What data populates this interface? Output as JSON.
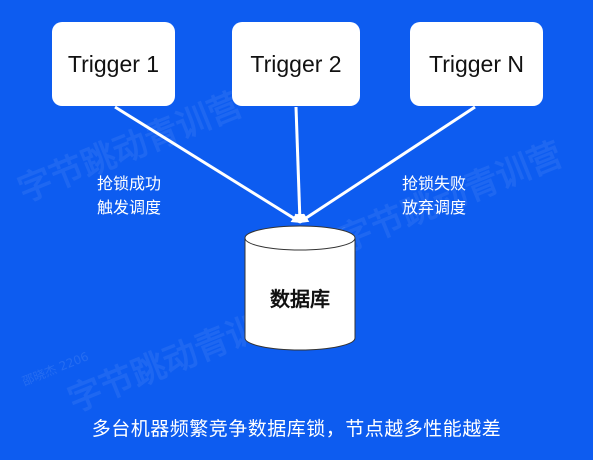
{
  "triggers": [
    {
      "label": "Trigger 1"
    },
    {
      "label": "Trigger 2"
    },
    {
      "label": "Trigger N"
    }
  ],
  "edge_labels": {
    "success": [
      "抢锁成功",
      "触发调度"
    ],
    "fail": [
      "抢锁失败",
      "放弃调度"
    ]
  },
  "database": {
    "label": "数据库"
  },
  "caption": "多台机器频繁竞争数据库锁，节点越多性能越差",
  "watermark": {
    "text": "字节跳动青训营",
    "small": "邵晓杰 2206"
  },
  "colors": {
    "background": "#0d5cf0",
    "box": "#ffffff",
    "arrow": "#ffffff",
    "text_dark": "#111111"
  }
}
